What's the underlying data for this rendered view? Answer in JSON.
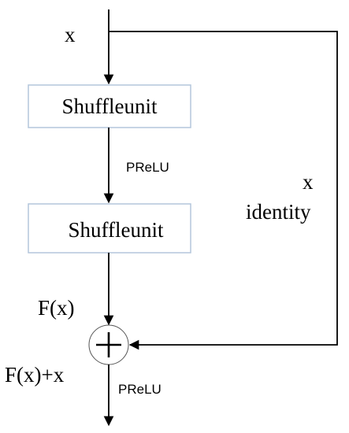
{
  "input_label": "x",
  "blocks": [
    {
      "label": "Shuffleunit"
    },
    {
      "label": "Shuffleunit"
    }
  ],
  "activation_between": "PReLU",
  "shortcut": {
    "var_label": "x",
    "name_label": "identity"
  },
  "residual_label": "F(x)",
  "sum_label": "F(x)+x",
  "output_activation": "PReLU",
  "sum_symbol": "plus-sign"
}
